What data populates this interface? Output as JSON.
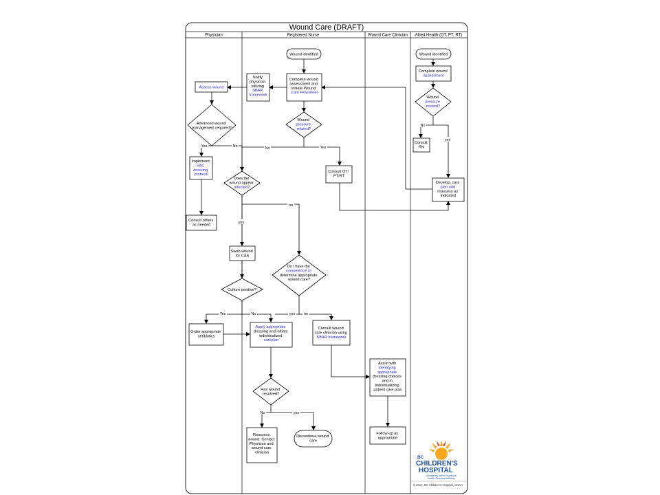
{
  "title": "Wound Care (DRAFT)",
  "lanes": [
    "Physician",
    "Registered Nurse",
    "Wound Care Clinician",
    "Allied Health (OT, PT, RT)"
  ],
  "nodes": {
    "wound_identified_rn": [
      "Wound identified"
    ],
    "notify_physician": [
      "Notify",
      "physician",
      "utilizing",
      "SBAR",
      "framework"
    ],
    "assess_wound": [
      "Assess wound"
    ],
    "complete_assessment_rn": [
      "Complete wound",
      "assessment and",
      "initiate Wound",
      "Care Flowsheet"
    ],
    "advanced_wound_q": [
      "Advanced wound",
      "management required?"
    ],
    "wound_pressure_q_rn": [
      "Wound",
      "pressure",
      "related?"
    ],
    "implement_vac": [
      "Implement",
      "VAC",
      "dressing",
      "protocol"
    ],
    "consult_ot": [
      "Consult OT/",
      "PT/RT"
    ],
    "appear_infected_q": [
      "Does the",
      "wound appear",
      "infected?"
    ],
    "consult_others": [
      "Consult others",
      "as needed"
    ],
    "swab_wound": [
      "Swab wound",
      "for C&S"
    ],
    "competence_q": [
      "Do I have the",
      "competence to",
      "determine appropriate",
      "wound care?"
    ],
    "culture_positive_q": [
      "Culture positive?"
    ],
    "order_antibiotics": [
      "Order appropriate",
      "antibiotics"
    ],
    "apply_dressing": [
      "Apply appropriate",
      "dressing and initiate",
      "individualized",
      "careplan"
    ],
    "consult_clinician": [
      "Consult wound",
      "care clinician using",
      "SBAR framework"
    ],
    "assist_identifying": [
      "Assist with",
      "identifying",
      "appropriate",
      "dressing choices",
      "and in",
      "individualizing",
      "patient care plan"
    ],
    "wound_resolved_q": [
      "Has wound",
      "resolved?"
    ],
    "follow_up": [
      "Follow-up as",
      "appropriate"
    ],
    "reassess_wound": [
      "Reassess",
      "wound. Contact",
      "Physician and",
      "wound care",
      "clinician"
    ],
    "discontinue_care": [
      "Discontinue wound",
      "care"
    ],
    "wound_identified_ah": [
      "Wound identified"
    ],
    "complete_assessment_ah": [
      "Complete wound",
      "assessment"
    ],
    "wound_pressure_q_ah": [
      "Wound",
      "pressure",
      "related?"
    ],
    "consult_rn": [
      "Consult",
      "RN"
    ],
    "develop_plan": [
      "Develop, care",
      "plan and",
      "reassess as",
      "indicated"
    ]
  },
  "edge_labels": {
    "yes_advanced": "Yes",
    "no_advanced": "No",
    "no_pressure_left": "No",
    "yes_pressure": "Yes",
    "no_infected": "no",
    "yes_infected": "yes",
    "yes_culture": "Yes",
    "no_culture": "No",
    "yes_competence": "yes",
    "no_competence": "no",
    "no_resolved": "No",
    "yes_resolved": "yes",
    "no_pressure_ah": "No",
    "yes_pressure_ah": "yes"
  },
  "logo": {
    "line1": "BC",
    "line2": "CHILDREN'S",
    "line3": "HOSPITAL",
    "tagline1": "An agency of the Provincial",
    "tagline2": "Health Services Authority"
  },
  "footer": "© 2012, BC Children's Hospital, CNAH"
}
